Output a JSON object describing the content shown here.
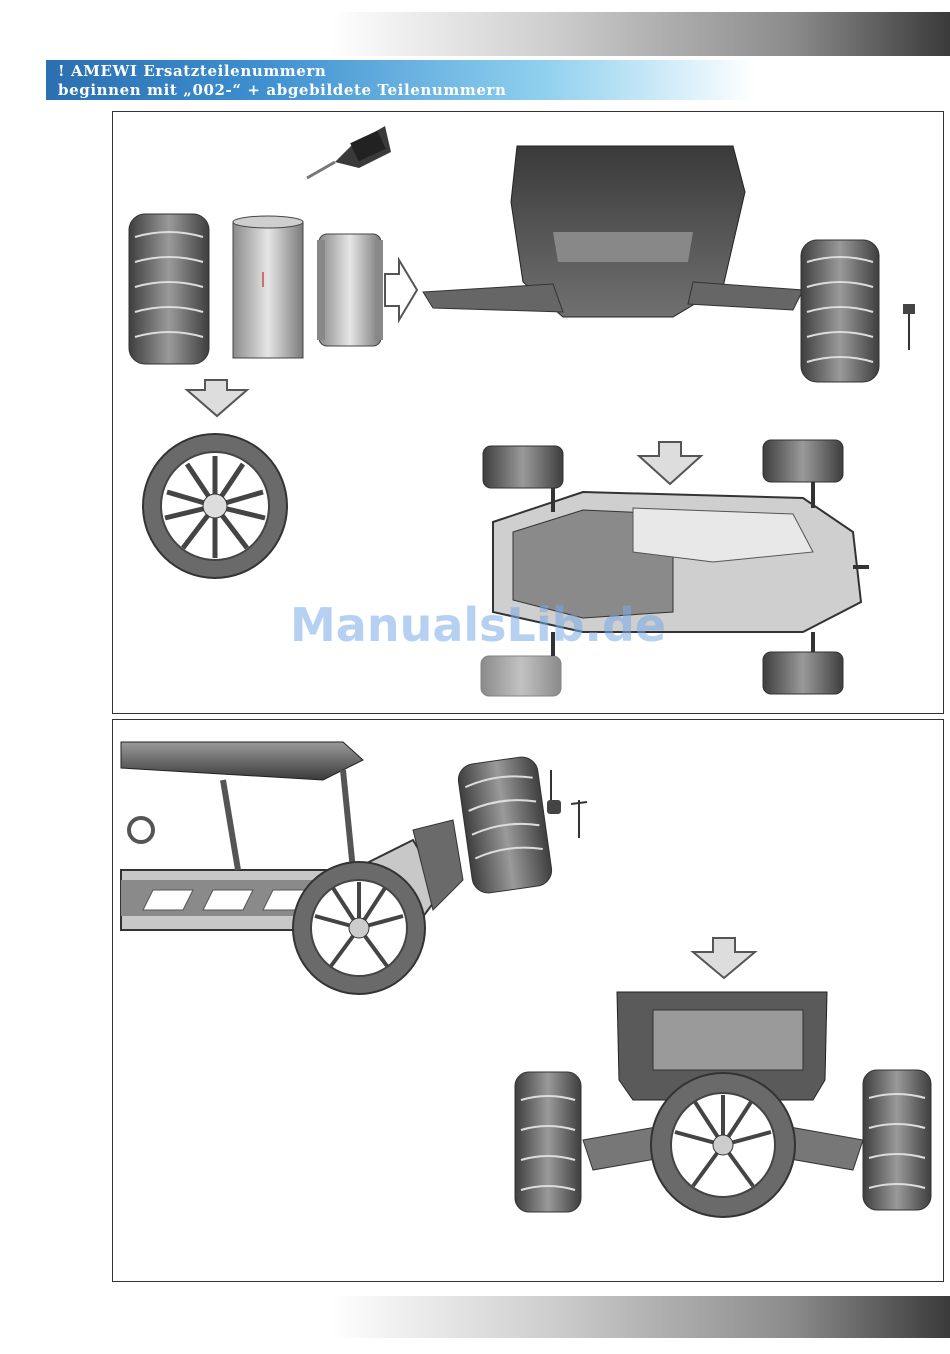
{
  "header": {
    "notice_line1": "! AMEWI Ersatzteilenummern",
    "notice_line2": "beginnen mit „002-“ + abgebildete Teilenummern"
  },
  "watermark": "ManualsLib.de",
  "colors": {
    "banner_start": "#2b6fb0",
    "banner_end": "#8fd0ee",
    "line_art": "#555555",
    "part_dark": "#4a4a4a",
    "part_light": "#b5b5b5"
  },
  "icons": {
    "glue_bottle": "glue-bottle-icon",
    "step_arrow": "step-arrow-icon"
  }
}
